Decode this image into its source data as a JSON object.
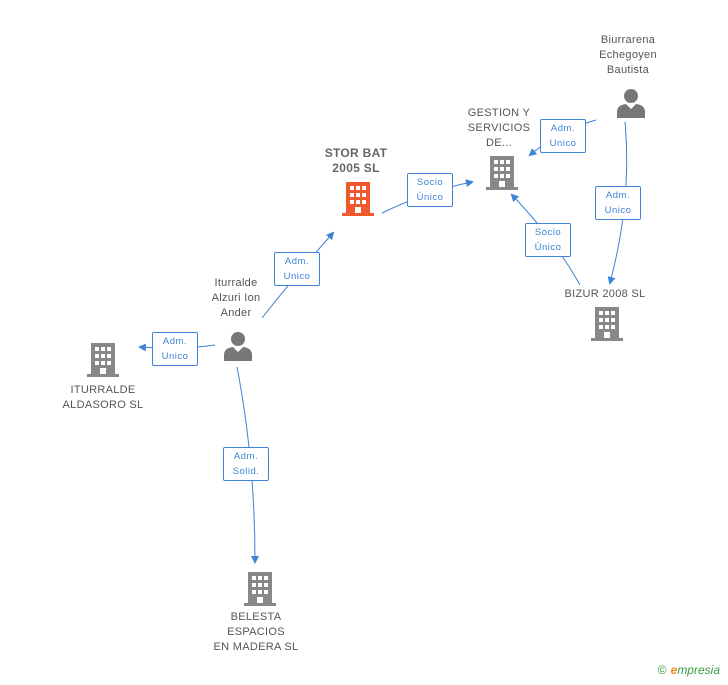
{
  "colors": {
    "edge": "#3e83d6",
    "company": "#888888",
    "focus_company": "#f0582e",
    "person": "#777777"
  },
  "nodes": {
    "stor_bat": {
      "label": "STOR BAT\n2005 SL",
      "icon": "building-icon"
    },
    "gestion": {
      "label": "GESTION Y\nSERVICIOS\nDE...",
      "icon": "building-icon"
    },
    "biurrarena": {
      "label": "Biurrarena\nEchegoyen\nBautista",
      "icon": "person-icon"
    },
    "bizur": {
      "label": "BIZUR 2008 SL",
      "icon": "building-icon"
    },
    "iturralde_person": {
      "label": "Iturralde\nAlzuri Ion\nAnder",
      "icon": "person-icon"
    },
    "iturralde_aldasoro": {
      "label": "ITURRALDE\nALDASORO SL",
      "icon": "building-icon"
    },
    "belesta": {
      "label": "BELESTA\nESPACIOS\nEN MADERA  SL",
      "icon": "building-icon"
    }
  },
  "edges": [
    {
      "label": "Adm.\nUnico"
    },
    {
      "label": "Socio\nÚnico"
    },
    {
      "label": "Adm.\nUnico"
    },
    {
      "label": "Adm.\nUnico"
    },
    {
      "label": "Socio\nÚnico"
    },
    {
      "label": "Adm.\nUnico"
    },
    {
      "label": "Adm.\nSolid."
    }
  ],
  "footer": {
    "copyright": "©",
    "brand_initial": "e",
    "brand_rest": "mpresia"
  }
}
